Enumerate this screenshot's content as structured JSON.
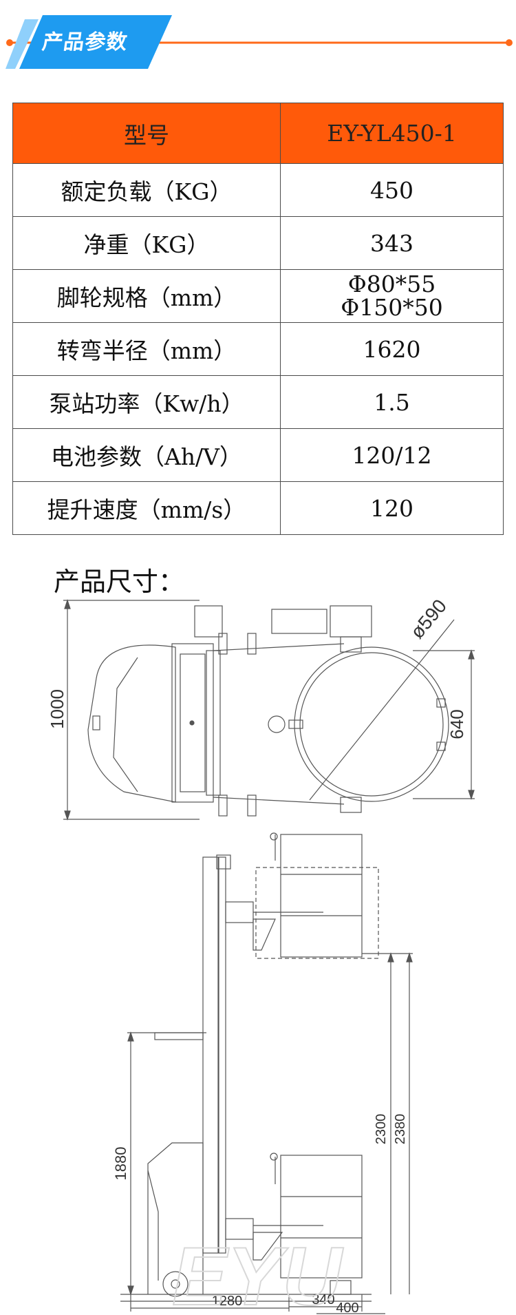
{
  "section": {
    "title": "产品参数"
  },
  "colors": {
    "accent": "#ff5a0a",
    "badge": "#1e9bf0",
    "line": "#ff6a1a"
  },
  "table": {
    "header": {
      "label": "型号",
      "value": "EY-YL450-1"
    },
    "rows": [
      {
        "label": "额定负载（KG）",
        "value": "450"
      },
      {
        "label": "净重（KG）",
        "value": "343"
      },
      {
        "label": "脚轮规格（mm）",
        "value_lines": [
          "Φ80*55",
          "Φ150*50"
        ]
      },
      {
        "label": "转弯半径（mm）",
        "value": "1620"
      },
      {
        "label": "泵站功率（Kw/h）",
        "value": "1.5"
      },
      {
        "label": "电池参数（Ah/V）",
        "value": "120/12"
      },
      {
        "label": "提升速度（mm/s）",
        "value": "120"
      }
    ]
  },
  "dimensions": {
    "title": "产品尺寸：",
    "top_view": {
      "width": "1000",
      "diameter": "ø590",
      "drum_depth": "640"
    },
    "side_view": {
      "height_mast": "1880",
      "lift_height_1": "2300",
      "lift_height_2": "2380",
      "length": "1280",
      "drum_offset": "340",
      "drum_total": "400"
    }
  },
  "watermark": {
    "text": "EYU"
  }
}
